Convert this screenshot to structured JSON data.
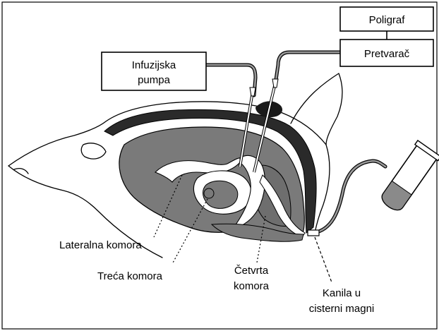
{
  "boxes": {
    "poligraf": "Poligraf",
    "pretvarac": "Pretvarač",
    "infuzijska_line1": "Infuzijska",
    "infuzijska_line2": "pumpa"
  },
  "labels": {
    "lateralna": "Lateralna komora",
    "treca": "Treća komora",
    "cetvrta_line1": "Četvrta",
    "cetvrta_line2": "komora",
    "kanila_line1": "Kanila u",
    "kanila_line2": "cisterni magni"
  },
  "colors": {
    "brain": "#7a7a7a",
    "ventricle": "#ffffff",
    "dark": "#2a2a2a",
    "fluid": "#8a8a8a"
  }
}
